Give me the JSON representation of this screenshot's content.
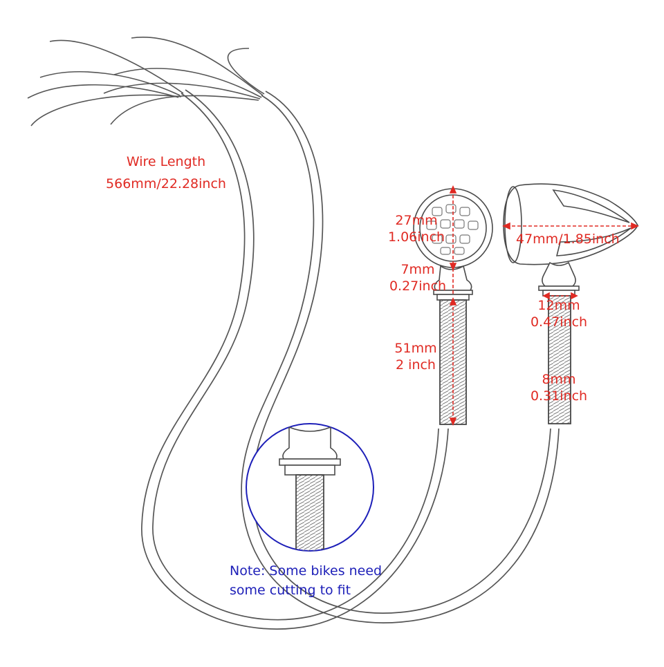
{
  "wire_length": {
    "title": "Wire Length",
    "value": "566mm/22.28inch"
  },
  "left_light": {
    "head_diameter": {
      "mm": "27mm",
      "inch": "1.06inch"
    },
    "neck": {
      "mm": "7mm",
      "inch": "0.27inch"
    },
    "stud_length": {
      "mm": "51mm",
      "inch": "2 inch"
    }
  },
  "right_light": {
    "length": {
      "label": "47mm/1.85inch"
    },
    "base": {
      "mm": "12mm",
      "inch": "0.47inch"
    },
    "stud": {
      "mm": "8mm",
      "inch": "0.31inch"
    }
  },
  "note": {
    "line1": "Note: Some bikes need",
    "line2": "some cutting to fit"
  },
  "colors": {
    "dimension": "#e02a23",
    "note": "#1d1fb8",
    "outline": "#4a4a4a",
    "callout": "#1d1fb8"
  }
}
